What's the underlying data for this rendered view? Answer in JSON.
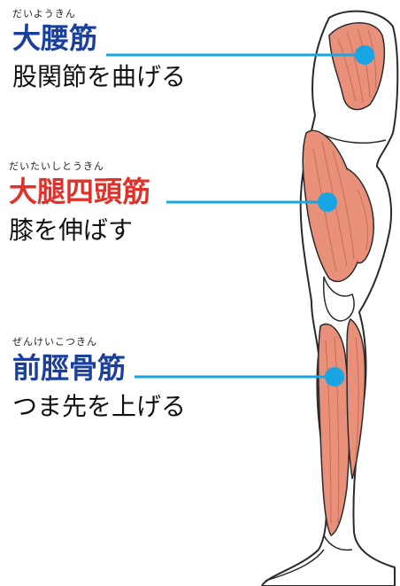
{
  "colors": {
    "leader": "#17a6e3",
    "dot": "#17a6e3",
    "muscle": "#e8907a",
    "muscle_line": "#c96a58",
    "outline": "#2a2a2a",
    "blue_label": "#1b3f9c",
    "red_label": "#e0322a"
  },
  "muscles": [
    {
      "ruby": "だいようきん",
      "name": "大腰筋",
      "description": "股関節を曲げる",
      "name_color": "#1b3f9c"
    },
    {
      "ruby": "だいたいしとうきん",
      "name": "大腿四頭筋",
      "description": "膝を伸ばす",
      "name_color": "#e0322a"
    },
    {
      "ruby": "ぜんけいこつきん",
      "name": "前脛骨筋",
      "description": "つま先を上げる",
      "name_color": "#1b3f9c"
    }
  ]
}
